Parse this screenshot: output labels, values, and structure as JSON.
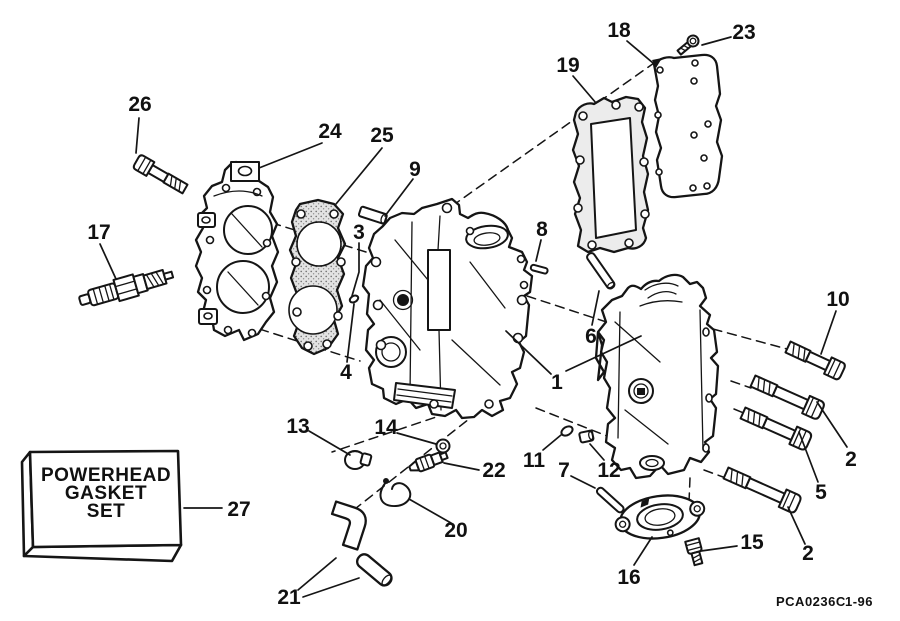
{
  "figure": {
    "callouts": {
      "c1": "1",
      "c2a": "2",
      "c2b": "2",
      "c3": "3",
      "c4": "4",
      "c5": "5",
      "c6": "6",
      "c7": "7",
      "c8": "8",
      "c9": "9",
      "c10": "10",
      "c11": "11",
      "c12": "12",
      "c13": "13",
      "c14": "14",
      "c15": "15",
      "c16": "16",
      "c17": "17",
      "c18": "18",
      "c19": "19",
      "c20": "20",
      "c21": "21",
      "c22": "22",
      "c23": "23",
      "c24": "24",
      "c25": "25",
      "c26": "26",
      "c27": "27"
    },
    "gasket_box": {
      "line1": "POWERHEAD",
      "line2": "GASKET",
      "line3": "SET"
    },
    "footer": {
      "part_code": "PCA0236C",
      "date_code": "1-96"
    }
  }
}
